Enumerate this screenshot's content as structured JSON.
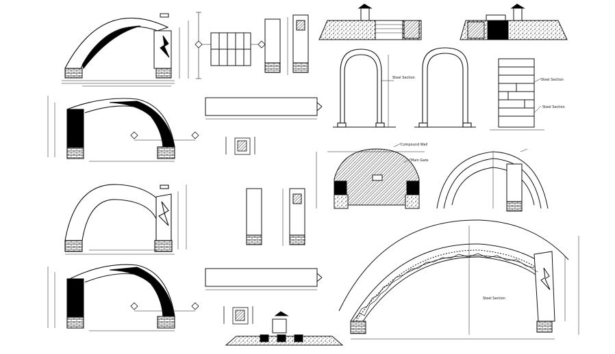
{
  "drawing": {
    "line_color": "#111111",
    "fill_dark": "#000000",
    "fill_white": "#ffffff",
    "annotations": {
      "steel_section_a": "Steel Section",
      "steel_section_b": "Steel Section",
      "steel_section_c": "Steel Section",
      "steel_section_d": "Steel Section",
      "compound_wall": "Compound Wall",
      "main_gate": "Main Gate"
    },
    "icons": [
      "section-marker-icon",
      "lightning-icon"
    ]
  }
}
